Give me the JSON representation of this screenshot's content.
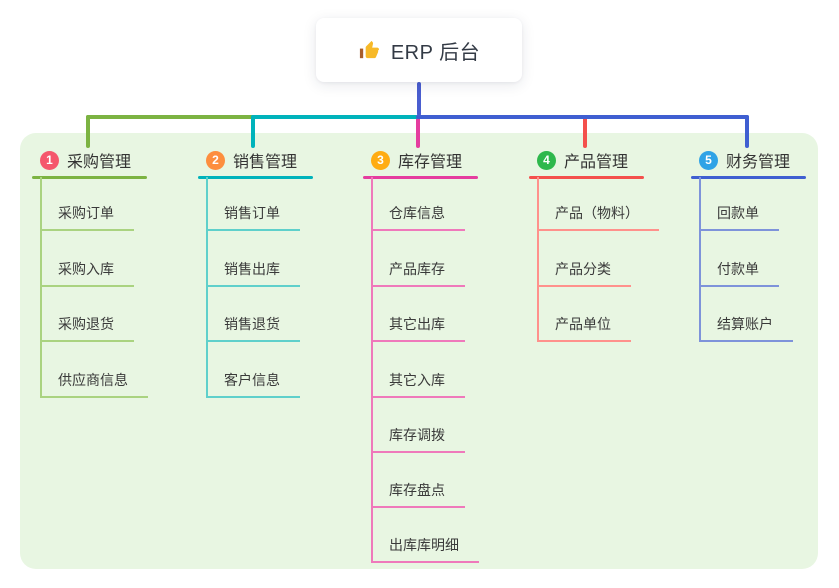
{
  "root": {
    "title": "ERP 后台",
    "icon": "thumbs-up"
  },
  "panel_bg": "#e8f6e2",
  "connector": {
    "root": "#4a5ed0"
  },
  "branches": [
    {
      "num": "1",
      "title": "采购管理",
      "color": "#7cb342",
      "light": "#aad380",
      "badge": "#f5576c",
      "children": [
        "采购订单",
        "采购入库",
        "采购退货",
        "供应商信息"
      ]
    },
    {
      "num": "2",
      "title": "销售管理",
      "color": "#00b3bb",
      "light": "#5fd0cb",
      "badge": "#fd8e3e",
      "children": [
        "销售订单",
        "销售出库",
        "销售退货",
        "客户信息"
      ]
    },
    {
      "num": "3",
      "title": "库存管理",
      "color": "#e53d9f",
      "light": "#ef79bb",
      "badge": "#ffac12",
      "children": [
        "仓库信息",
        "产品库存",
        "其它出库",
        "其它入库",
        "库存调拨",
        "库存盘点",
        "出库库明细"
      ]
    },
    {
      "num": "4",
      "title": "产品管理",
      "color": "#f4504c",
      "light": "#ff918c",
      "badge": "#2eb84c",
      "children": [
        "产品（物料）",
        "产品分类",
        "产品单位"
      ]
    },
    {
      "num": "5",
      "title": "财务管理",
      "color": "#3f5fd1",
      "light": "#7e93da",
      "badge": "#2fa3e6",
      "children": [
        "回款单",
        "付款单",
        "结算账户"
      ]
    }
  ]
}
